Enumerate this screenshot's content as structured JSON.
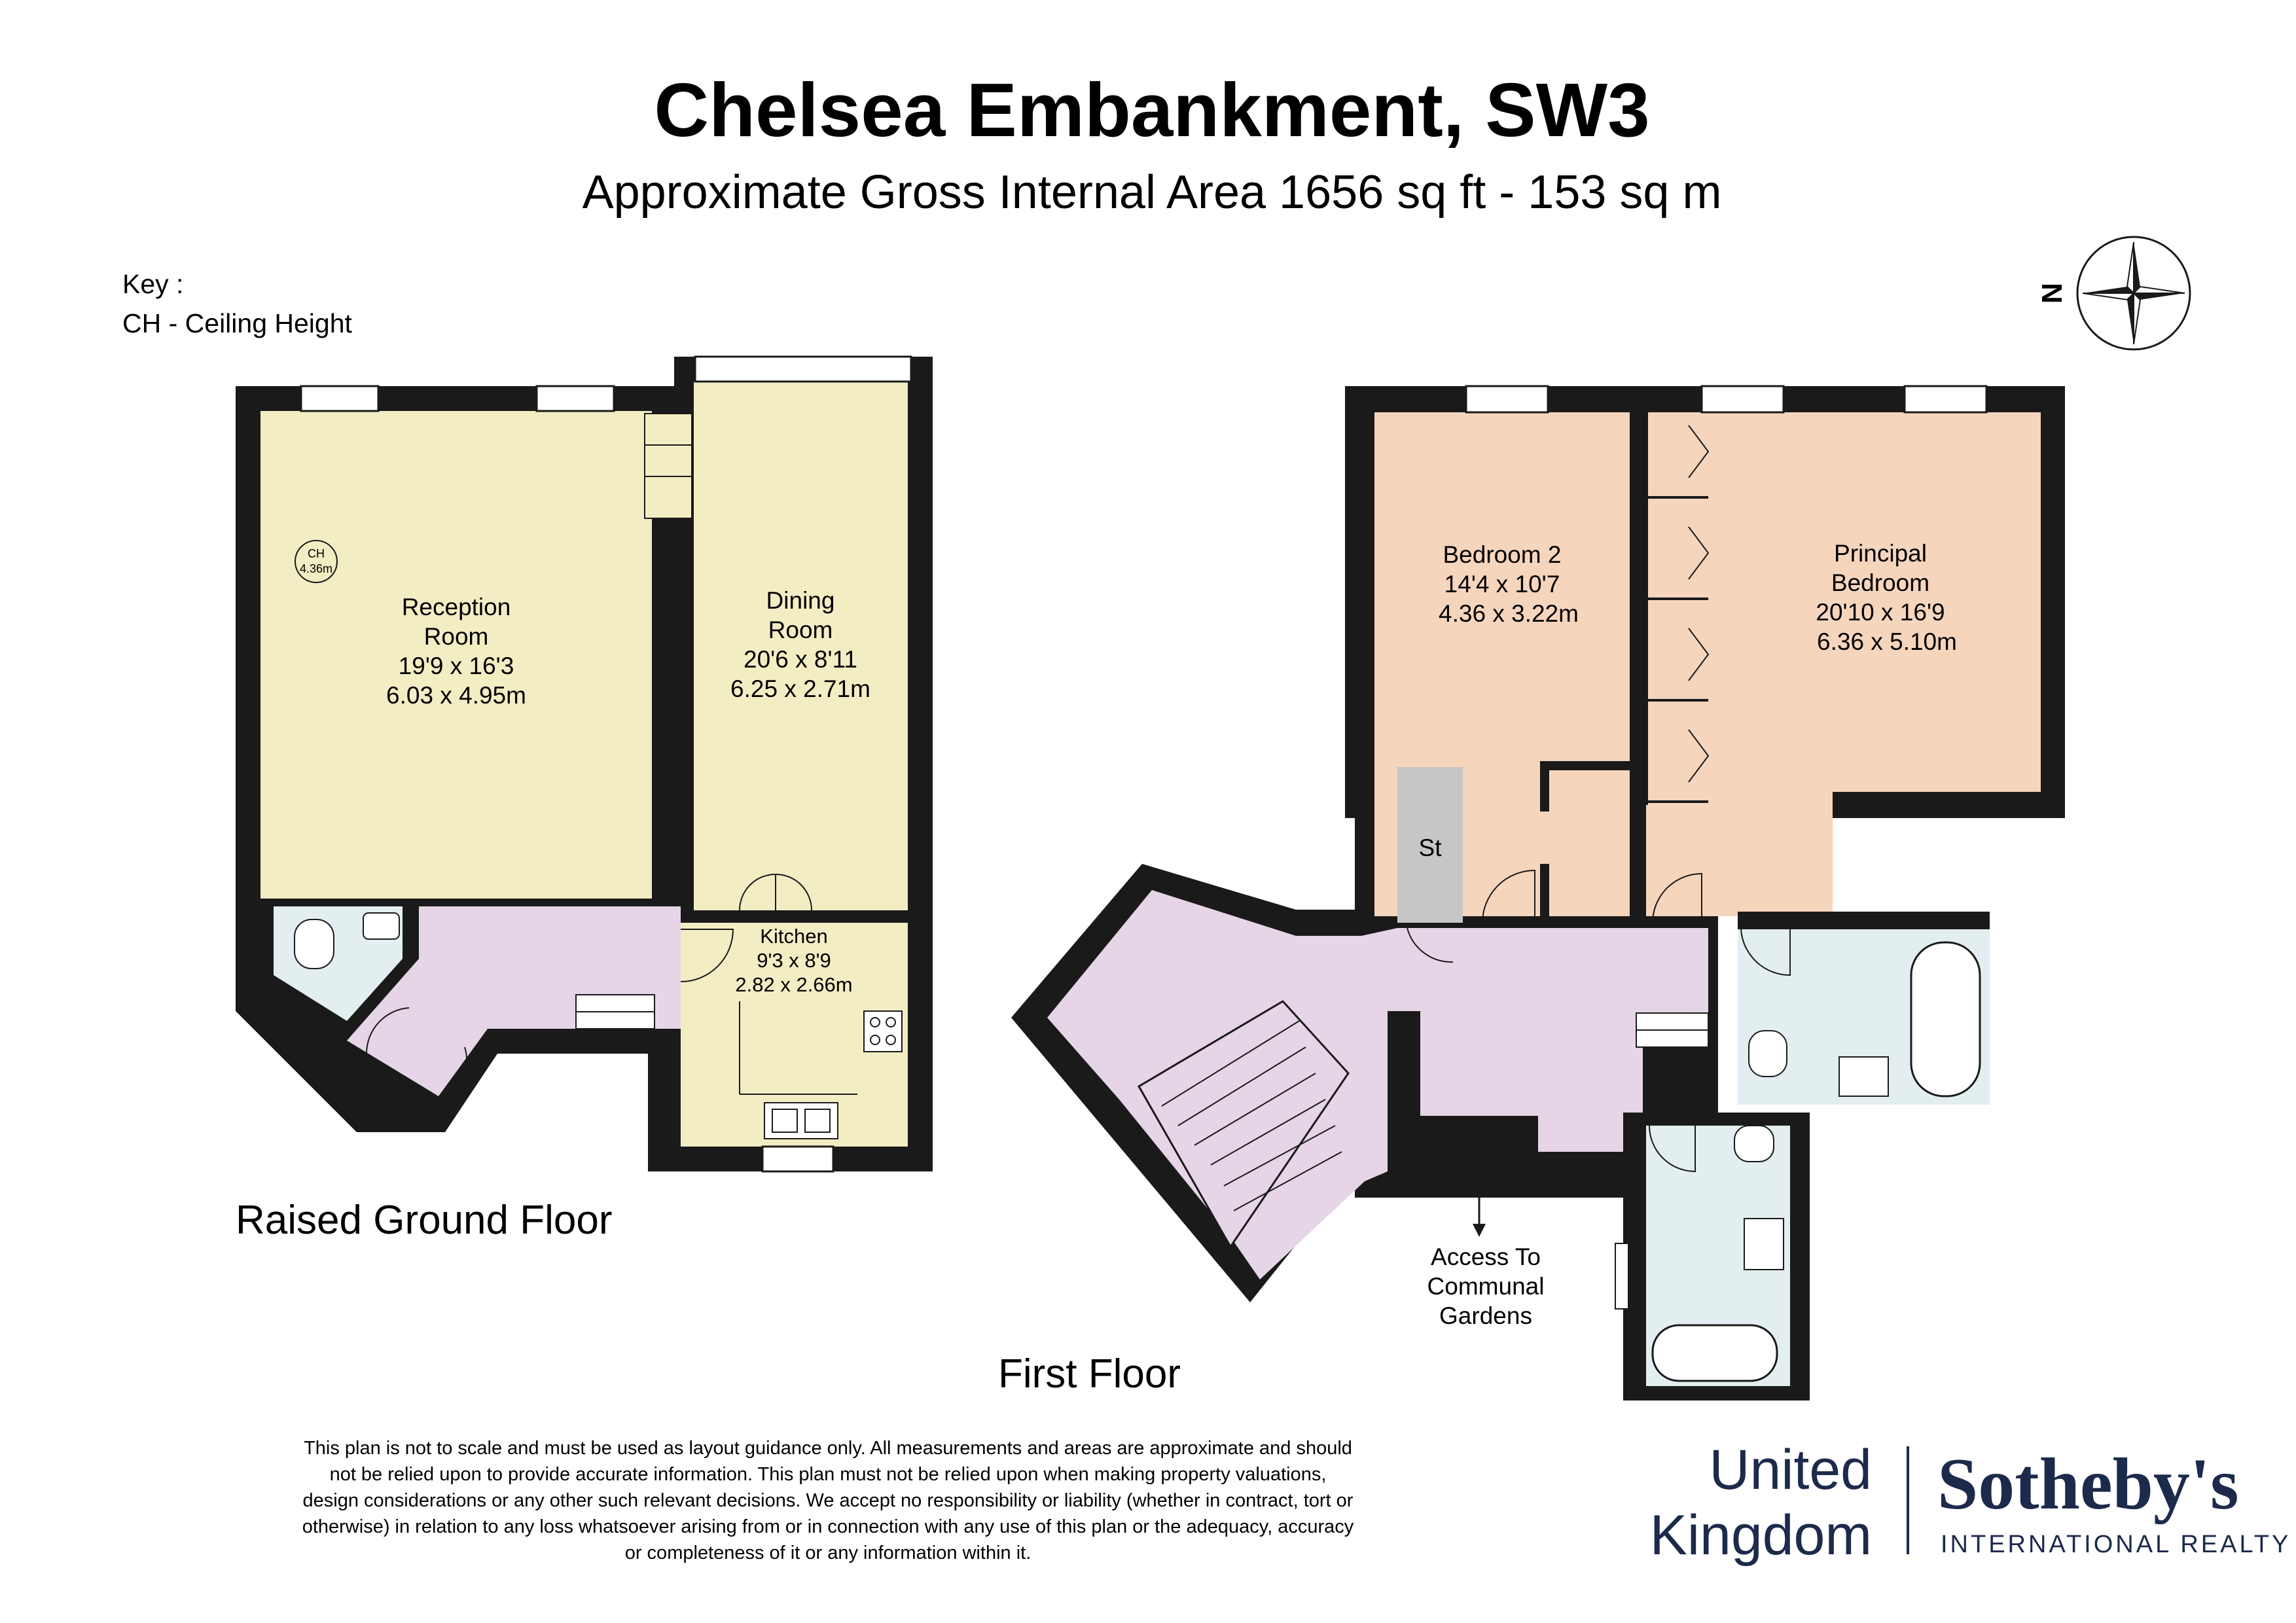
{
  "title": "Chelsea Embankment, SW3",
  "subtitle": "Approximate Gross Internal Area 1656 sq ft - 153 sq m",
  "key": {
    "heading": "Key :",
    "line": "CH - Ceiling Height"
  },
  "compass": {
    "label": "N"
  },
  "ceiling_marker": {
    "abbr": "CH",
    "value": "4.36m"
  },
  "floors": {
    "raised_ground": {
      "label": "Raised Ground Floor",
      "rooms": {
        "reception": {
          "name1": "Reception",
          "name2": "Room",
          "imperial": "19'9 x 16'3",
          "metric": "6.03 x 4.95m"
        },
        "dining": {
          "name1": "Dining",
          "name2": "Room",
          "imperial": "20'6 x 8'11",
          "metric": "6.25 x 2.71m"
        },
        "kitchen": {
          "name": "Kitchen",
          "imperial": "9'3 x 8'9",
          "metric": "2.82 x 2.66m"
        }
      }
    },
    "first": {
      "label": "First Floor",
      "rooms": {
        "bedroom2": {
          "name": "Bedroom 2",
          "imperial": "14'4 x 10'7",
          "metric": "4.36 x 3.22m"
        },
        "principal": {
          "name1": "Principal",
          "name2": "Bedroom",
          "imperial": "20'10 x 16'9",
          "metric": "6.36 x 5.10m"
        },
        "store": {
          "name": "St"
        }
      },
      "access": {
        "line1": "Access To",
        "line2": "Communal",
        "line3": "Gardens"
      }
    }
  },
  "disclaimer": [
    "This plan is not to scale and must be used as layout guidance only. All measurements and areas are approximate and should",
    "not be relied upon to provide accurate information. This plan must not be relied upon when making property valuations,",
    "design considerations or any other such relevant decisions. We accept no responsibility or liability (whether in contract, tort or",
    "otherwise) in relation to any loss whatsoever arising from or in connection with any use of this plan or the adequacy, accuracy",
    "or completeness of it or any information within it."
  ],
  "branding": {
    "region_line1": "United",
    "region_line2": "Kingdom",
    "brand": "Sotheby's",
    "brand_sub": "INTERNATIONAL REALTY"
  },
  "colors": {
    "wall": "#1a1a1a",
    "yellow_room": "#f3edc4",
    "lilac_hall": "#e6d5e6",
    "peach_room": "#f6d5bd",
    "bath_blue": "#e3eef1",
    "store_grey": "#c6c6c6",
    "brand_navy": "#1c2a4b"
  }
}
